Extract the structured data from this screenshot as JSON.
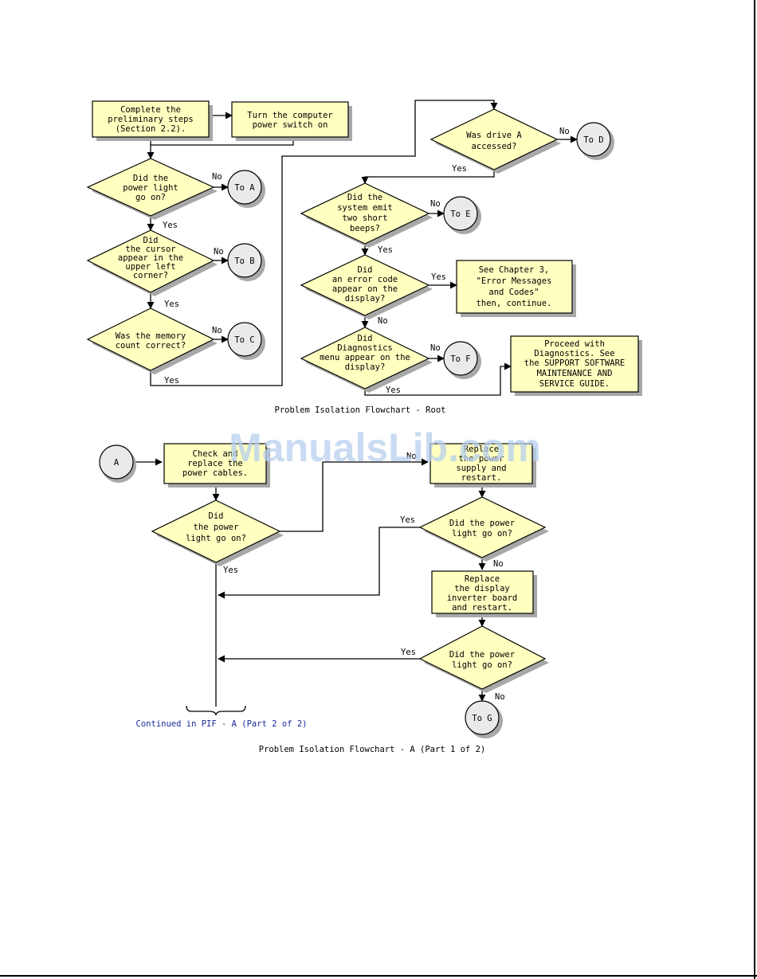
{
  "watermark": "ManualsLib.com",
  "root": {
    "caption": "Problem Isolation Flowchart - Root",
    "preliminary": [
      "Complete the",
      "preliminary steps",
      "(Section 2.2)."
    ],
    "power_switch": [
      "Turn the computer",
      "power switch on"
    ],
    "q_power_light": [
      "Did the",
      "power light",
      "go on?"
    ],
    "q_cursor": [
      "Did",
      "the cursor",
      "appear in the",
      "upper left",
      "corner?"
    ],
    "q_memory": [
      "Was the memory",
      "count correct?"
    ],
    "q_drive_a": [
      "Was drive A",
      "accessed?"
    ],
    "q_beeps": [
      "Did the",
      "system emit",
      "two short",
      "beeps?"
    ],
    "q_error_code": [
      "Did",
      "an error code",
      "appear on the",
      "display?"
    ],
    "q_diag_menu": [
      "Did",
      "Diagnostics",
      "menu appear on the",
      "display?"
    ],
    "see_chapter": [
      "See Chapter 3,",
      "\"Error Messages",
      "and Codes\"",
      "then, continue."
    ],
    "proceed": [
      "Proceed with",
      "Diagnostics.  See",
      "the SUPPORT SOFTWARE",
      "MAINTENANCE AND",
      "SERVICE GUIDE."
    ],
    "to_a": "To A",
    "to_b": "To B",
    "to_c": "To C",
    "to_d": "To D",
    "to_e": "To E",
    "to_f": "To F"
  },
  "part_a": {
    "caption": "Problem Isolation Flowchart - A (Part 1 of 2)",
    "start": "A",
    "check_cables": [
      "Check and",
      "replace the",
      "power cables."
    ],
    "q_power_1": [
      "Did",
      "the power",
      "light go on?"
    ],
    "replace_supply": [
      "Replace",
      "the power",
      "supply and",
      "restart."
    ],
    "q_power_2": [
      "Did the power",
      "light go on?"
    ],
    "replace_inverter": [
      "Replace",
      "the display",
      "inverter board",
      "and restart."
    ],
    "q_power_3": [
      "Did the power",
      "light go on?"
    ],
    "to_g": "To G",
    "continued": "Continued in PIF - A (Part 2 of 2)"
  },
  "labels": {
    "yes": "Yes",
    "no": "No"
  }
}
